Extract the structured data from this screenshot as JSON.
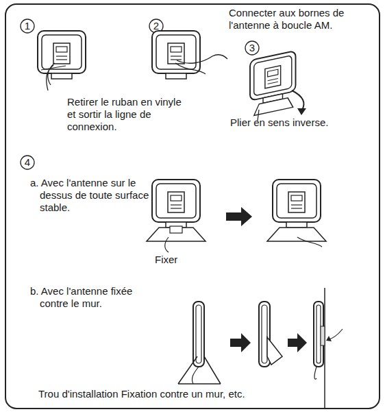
{
  "diagram": {
    "labels": [
      "1",
      "2",
      "3",
      "4",
      "Connecter aux bornes de l'antenne à boucle AM.",
      "Retirer le ruban en vinyle et sortir la ligne de connexion.",
      "Plier en sens inverse.",
      "a. Avec l'antenne sur le dessus de toute surface stable.",
      "Fixer",
      "b. Avec l'antenne fixée contre le mur.",
      "Trou d'installation Fixation contre un mur, etc."
    ]
  }
}
